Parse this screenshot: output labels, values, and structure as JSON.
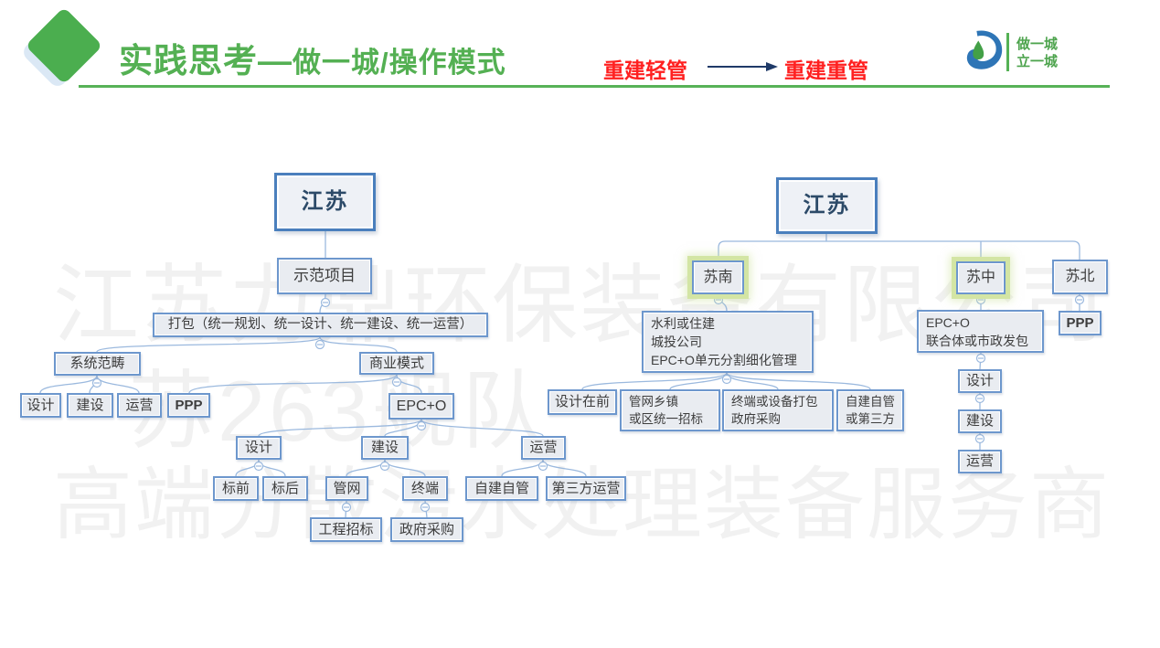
{
  "slide": {
    "header": {
      "title_main": "实践思考—",
      "title_sub": "做一城/操作模式",
      "shift_from": "重建轻管",
      "shift_to": "重建重管",
      "logo_line1": "做一城",
      "logo_line2": "立一城"
    },
    "watermark": {
      "line1": "江苏力鼎环保装备有限公司",
      "line2": "苏263舰队",
      "line3": "高端分散污水处理装备服务商"
    },
    "colors": {
      "accent_green": "#54b053",
      "annotation_red": "#ff2020",
      "arrow_navy": "#1f3a68",
      "node_border_blue": "#6d97cd",
      "root_border_blue": "#4a7fbd",
      "connector_blue": "#9bb9de",
      "node_fill": "#e9ecf1",
      "highlight_green": "#d3e5a4"
    },
    "left_tree": {
      "root": "江苏",
      "demo": "示范项目",
      "package": "打包（统一规划、统一设计、统一建设、统一运营）",
      "scope": "系统范畴",
      "model": "商业模式",
      "design1": "设计",
      "build1": "建设",
      "operate1": "运营",
      "ppp": "PPP",
      "epco": "EPC+O",
      "design2": "设计",
      "build2": "建设",
      "operate2": "运营",
      "pre_bid": "标前",
      "post_bid": "标后",
      "pipeline": "管网",
      "terminal": "终端",
      "self_build": "自建自管",
      "third_party": "第三方运营",
      "tender": "工程招标",
      "procurement": "政府采购"
    },
    "right_tree": {
      "root": "江苏",
      "sunan": "苏南",
      "suzhong": "苏中",
      "subei": "苏北",
      "sunan_box1": "水利或住建",
      "sunan_box2": "城投公司",
      "sunan_box3": "EPC+O单元分割细化管理",
      "design_first": "设计在前",
      "pipe1": "管网乡镇",
      "pipe2": "或区统一招标",
      "term1": "终端或设备打包",
      "term2": "政府采购",
      "self1": "自建自管",
      "self2": "或第三方",
      "mid1": "EPC+O",
      "mid2": "联合体或市政发包",
      "design": "设计",
      "build": "建设",
      "operate": "运营",
      "ppp": "PPP"
    }
  }
}
